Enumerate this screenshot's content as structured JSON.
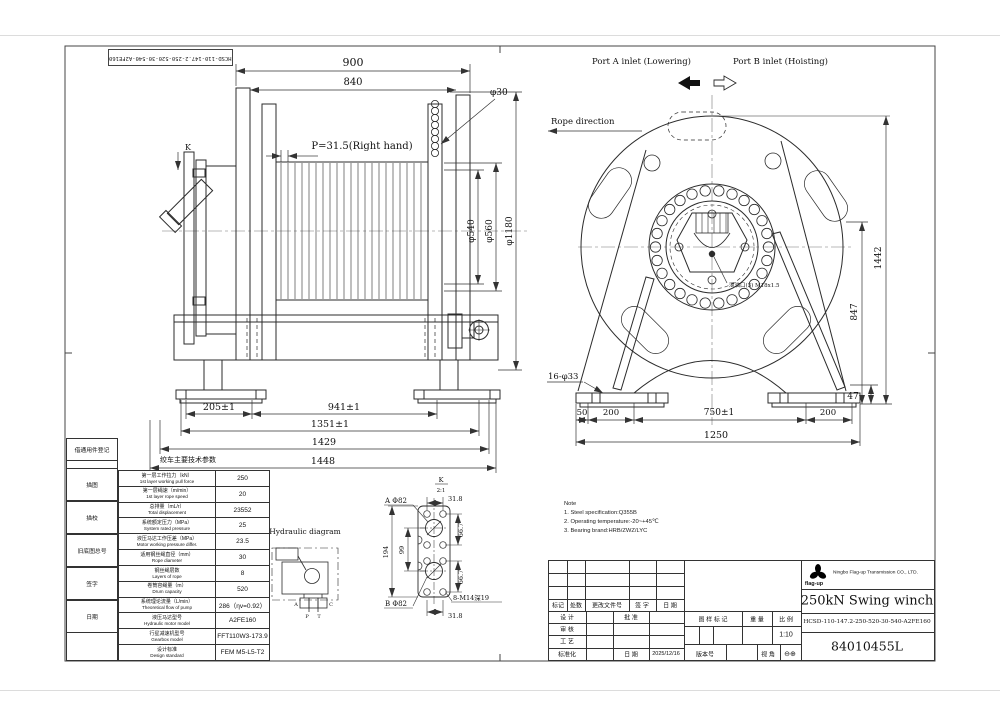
{
  "frame": {
    "top_model_label": "HCSD-110-147.2-250-520-30-540-A2FE160"
  },
  "left_view": {
    "dims": {
      "d900": "900",
      "d840": "840",
      "d30": "φ30",
      "pitch": "P=31.5(Right hand)",
      "d540": "φ540",
      "d560": "φ560",
      "d1180": "φ1180",
      "d205": "205±1",
      "d941": "941±1",
      "d1351": "1351±1",
      "d1429": "1429",
      "d1448": "1448",
      "view_k": "K"
    }
  },
  "right_view": {
    "labels": {
      "port_a": "Port A inlet (Lowering)",
      "port_b": "Port B inlet (Hoisting)",
      "rope_dir": "Rope direction",
      "drain": "泄油口(3) M18x1.5",
      "holes": "16-φ33"
    },
    "dims": {
      "d50": "50",
      "d200l": "200",
      "d750": "750±1",
      "d200r": "200",
      "d1250": "1250",
      "d47": "47",
      "d847": "847",
      "d1442": "1442"
    }
  },
  "param_table": {
    "title": "绞车主要技术参数",
    "rows": [
      {
        "cn": "第一层工作拉力（kN）",
        "en": "1st layer working pull force",
        "value": "250"
      },
      {
        "cn": "第一层绳速（m/min）",
        "en": "1st layer rope speed",
        "value": "20"
      },
      {
        "cn": "总排量（mL/r）",
        "en": "Total displacement",
        "value": "23552"
      },
      {
        "cn": "系统额定压力（MPa）",
        "en": "System rated pressure",
        "value": "25"
      },
      {
        "cn": "液压马达工作压差（MPa）",
        "en": "Motor working pressure differ.",
        "value": "23.5"
      },
      {
        "cn": "适用钢丝绳直径（mm）",
        "en": "Rope diameter",
        "value": "30"
      },
      {
        "cn": "钢丝绳层数",
        "en": "Layers of rope",
        "value": "8"
      },
      {
        "cn": "卷筒容绳量（m）",
        "en": "Drum capacity",
        "value": "520"
      },
      {
        "cn": "系统理论流量（L/min）",
        "en": "Theoretical flow of pump",
        "value": "286（ηv=0.92）"
      },
      {
        "cn": "液压马达型号",
        "en": "Hydraulic motor model",
        "value": "A2FE160"
      },
      {
        "cn": "行星减速机型号",
        "en": "Gearbox model",
        "value": "FFT110W3-173.9"
      },
      {
        "cn": "设计标准",
        "en": "Design standard",
        "value": "FEM M5-L5-T2"
      }
    ]
  },
  "margin_strip": {
    "register": "借通用件登记",
    "rows": [
      "描图",
      "描校",
      "旧底图总号",
      "签字",
      "日期"
    ]
  },
  "hydraulic": {
    "title": "Hydraulic diagram",
    "port_a": "A",
    "port_c": "C",
    "port_p": "P",
    "port_t": "T"
  },
  "detail": {
    "view": "K",
    "scale": "2:1",
    "a": "A Φ82",
    "b": "B Φ82",
    "d318_top": "31.8",
    "d318_bot": "31.8",
    "d667_top": "66.7",
    "d667_bot": "66.7",
    "d99": "99",
    "d194": "194",
    "thread": "8-M14深19"
  },
  "notes": {
    "title": "Note",
    "n1": "1. Steel specification:Q355B",
    "n2": "2. Operating temperature:-20~+45℃",
    "n3": "3. Bearing brand:HRB/ZWZ/LYC"
  },
  "title_block": {
    "company": "Ningbo Flag-up Transmission CO., LTD.",
    "logo_text": "flag-up",
    "product": "250kN Swing winch",
    "model": "HCSD-110-147.2-250-520-30-540-A2FE160",
    "drawing_no": "84010455L",
    "rev_h1": "标记",
    "rev_h2": "处数",
    "rev_h3": "更改文件号",
    "rev_h4": "签 字",
    "rev_h5": "日 期",
    "sig_design": "设 计",
    "sig_check": "审 核",
    "sig_process": "工 艺",
    "sig_std": "标准化",
    "sig_approve": "批 准",
    "sig_date_label": "日 期",
    "date": "2025/12/16",
    "mark_label": "图 样 标 记",
    "weight_label": "重 量",
    "scale_label": "比 例",
    "scale_value": "1:10",
    "version_label": "版本号",
    "view_label": "视 角",
    "projection_symbols": "⊖⊕"
  }
}
